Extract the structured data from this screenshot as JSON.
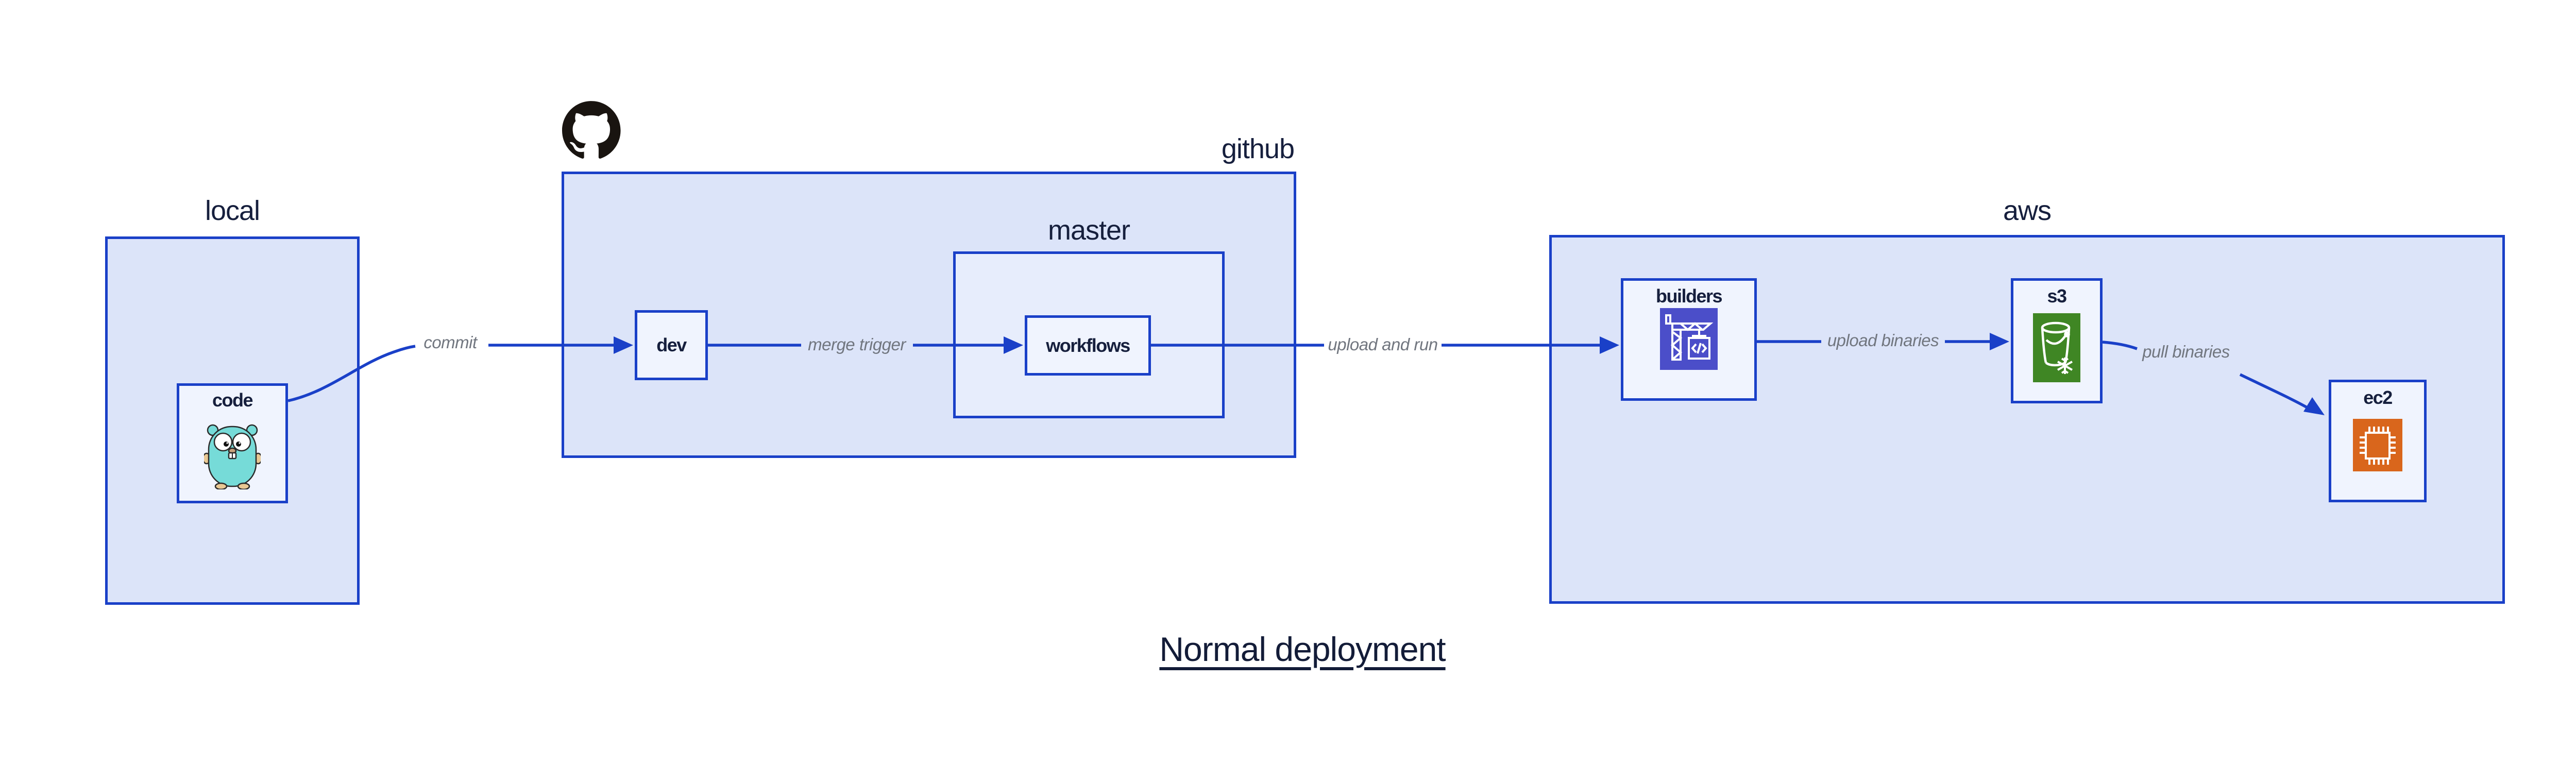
{
  "diagram": {
    "title": "Normal deployment",
    "groups": {
      "local": {
        "label": "local"
      },
      "github": {
        "label": "github"
      },
      "master": {
        "label": "master"
      },
      "aws": {
        "label": "aws"
      }
    },
    "nodes": {
      "code": {
        "label": "code",
        "icon": "go-gopher-icon"
      },
      "dev": {
        "label": "dev"
      },
      "workflows": {
        "label": "workflows"
      },
      "builders": {
        "label": "builders",
        "icon": "codebuild-crane-icon"
      },
      "s3": {
        "label": "s3",
        "icon": "s3-glacier-bucket-icon"
      },
      "ec2": {
        "label": "ec2",
        "icon": "ec2-chip-icon"
      }
    },
    "edges": [
      {
        "from": "code",
        "to": "dev",
        "label": "commit"
      },
      {
        "from": "dev",
        "to": "workflows",
        "label": "merge trigger"
      },
      {
        "from": "workflows",
        "to": "builders",
        "label": "upload and run"
      },
      {
        "from": "builders",
        "to": "s3",
        "label": "upload binaries"
      },
      {
        "from": "s3",
        "to": "ec2",
        "label": "pull binaries"
      }
    ],
    "colors": {
      "edge_blue": "#1a40c8",
      "group_fill": "#dce4f9",
      "node_fill": "#f0f4fe",
      "master_fill": "#e7edfc",
      "label_navy": "#161f3d",
      "edge_label_gray": "#71767f",
      "github_black": "#191410",
      "codebuild_purple": "#4b4ec9",
      "s3_green": "#3f8624",
      "ec2_orange": "#d9661c",
      "gopher_teal": "#76dbd8"
    }
  }
}
